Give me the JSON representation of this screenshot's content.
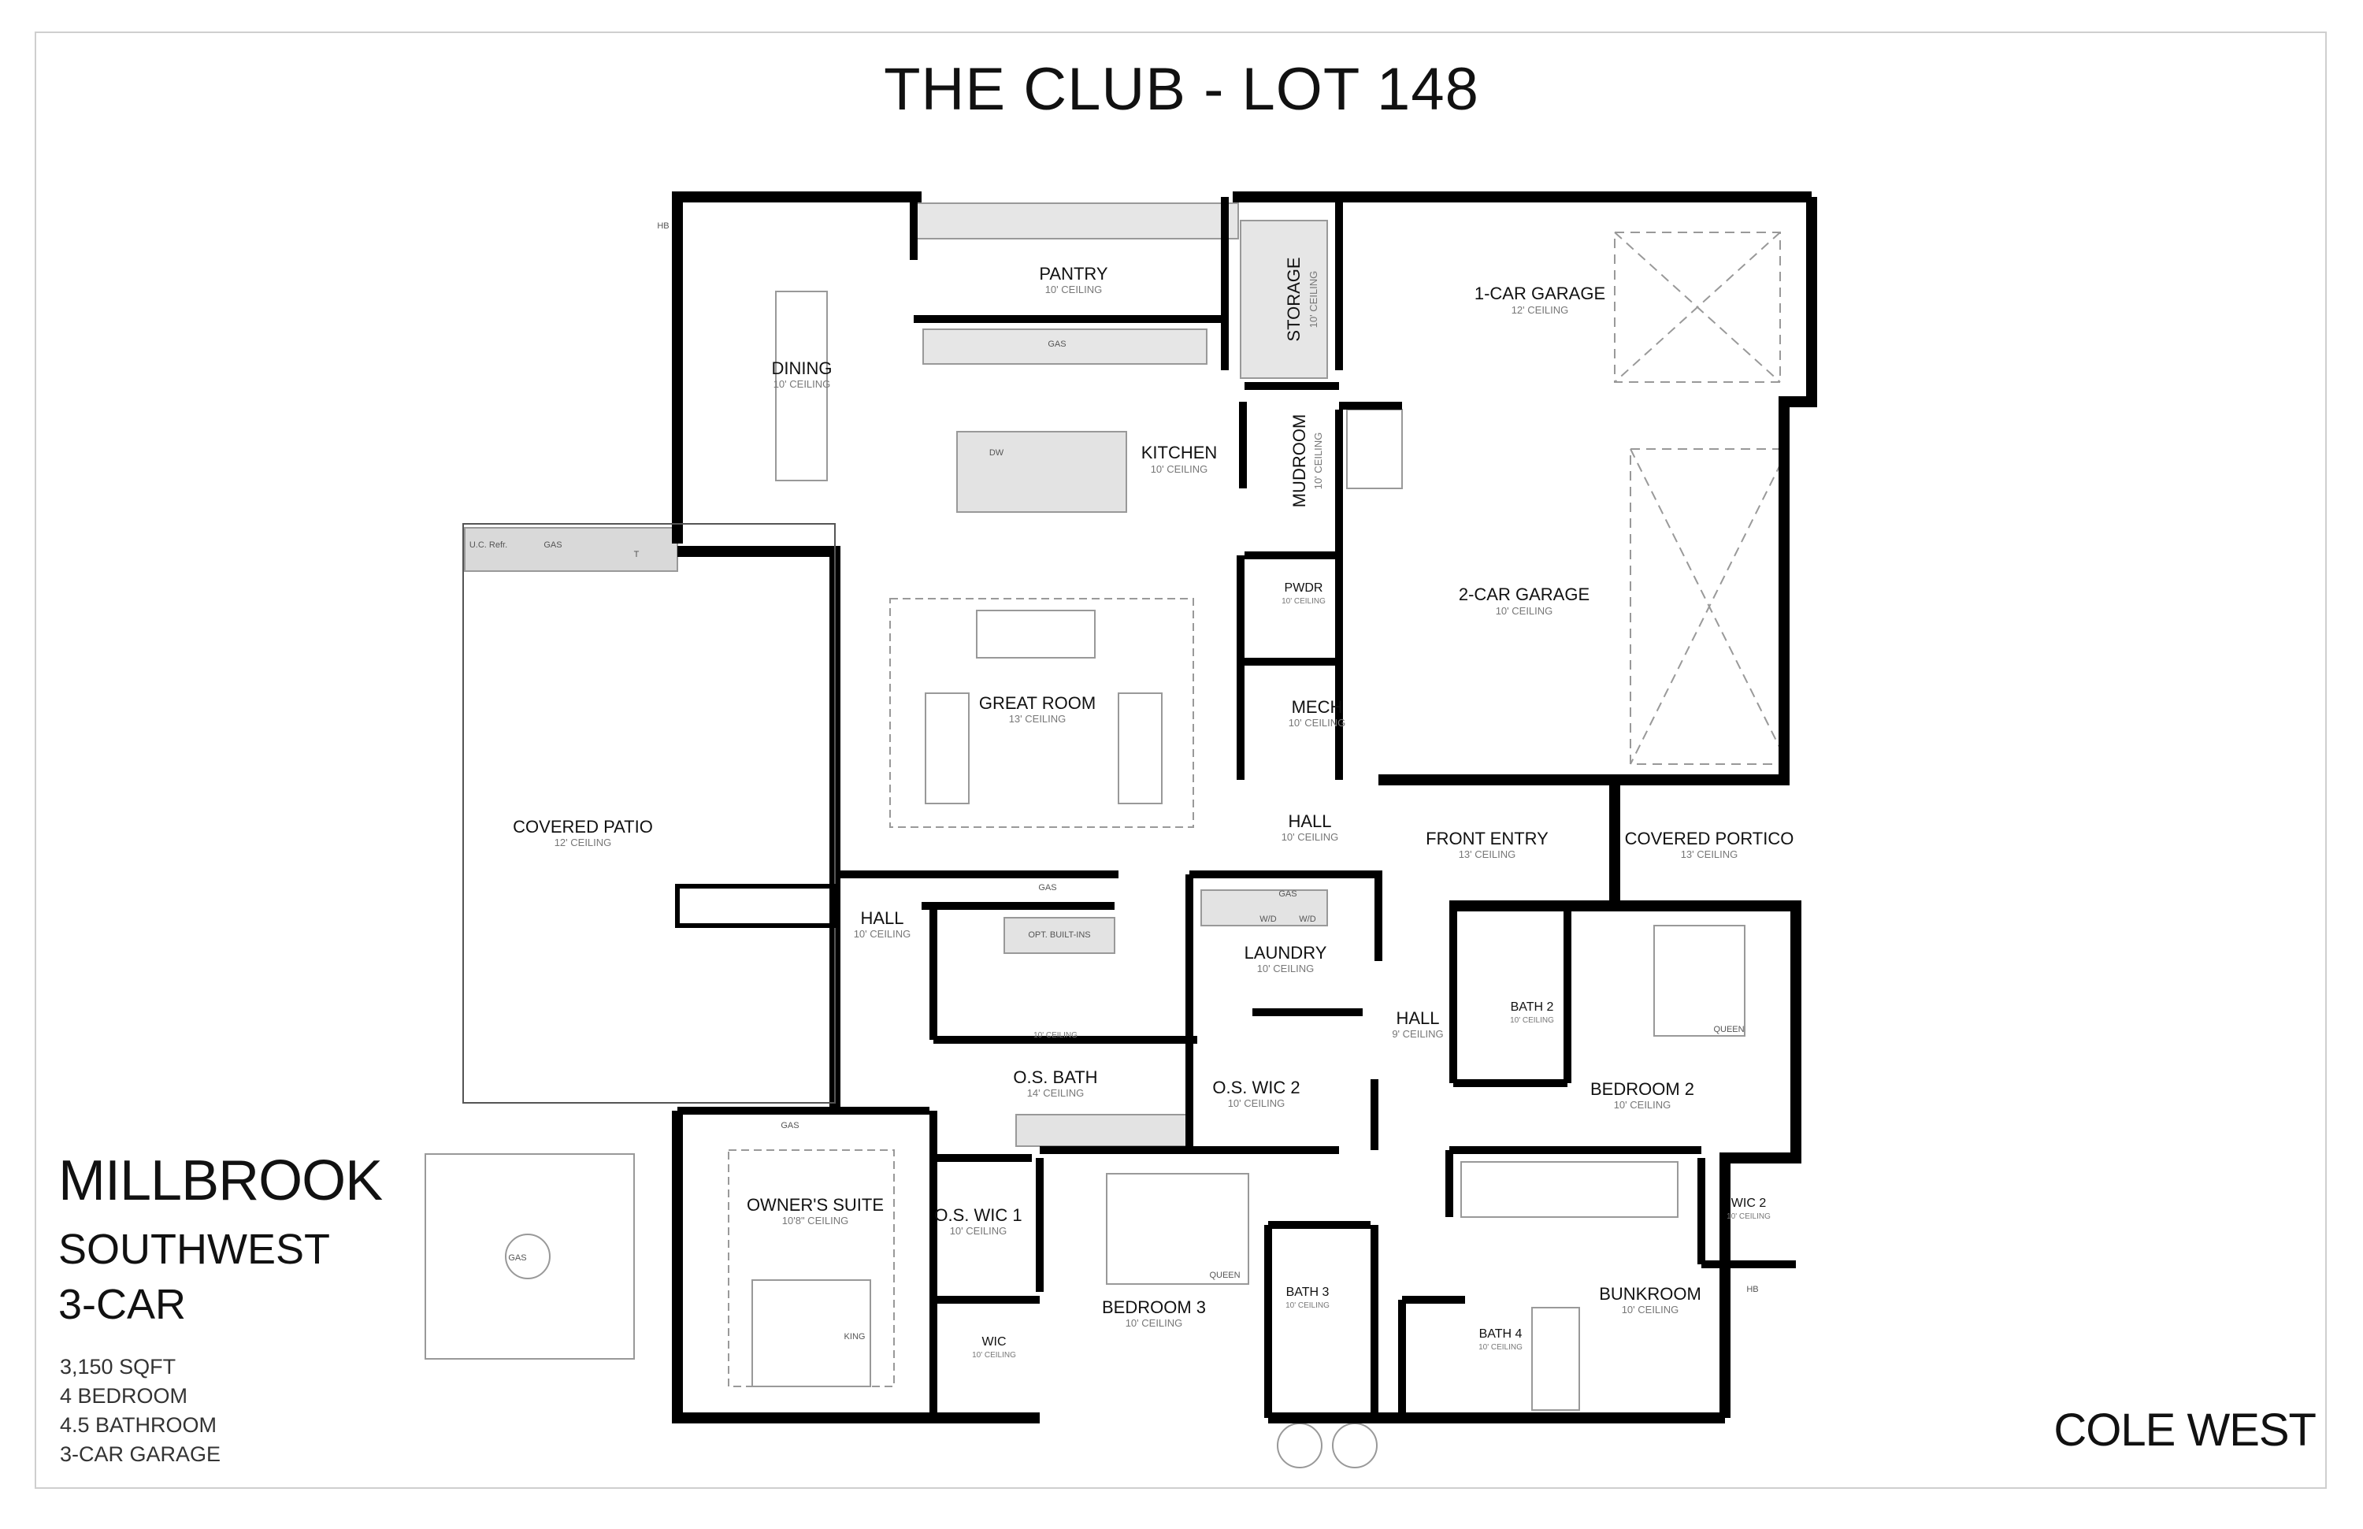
{
  "header": {
    "title": "THE CLUB - LOT 148"
  },
  "plan": {
    "name": "MILLBROOK",
    "orientation": "SOUTHWEST",
    "garage_type": "3-CAR",
    "specs": [
      "3,150 SQFT",
      "4 BEDROOM",
      "4.5 BATHROOM",
      "3-CAR GARAGE"
    ]
  },
  "brand": "COLE WEST",
  "rooms": {
    "pantry": {
      "name": "PANTRY",
      "ceiling": "10' CEILING"
    },
    "storage": {
      "name": "STORAGE",
      "ceiling": "10' CEILING"
    },
    "garage1": {
      "name": "1-CAR GARAGE",
      "ceiling": "12' CEILING"
    },
    "dining": {
      "name": "DINING",
      "ceiling": "10' CEILING"
    },
    "kitchen": {
      "name": "KITCHEN",
      "ceiling": "10' CEILING"
    },
    "mudroom": {
      "name": "MUDROOM",
      "ceiling": "10' CEILING"
    },
    "garage2": {
      "name": "2-CAR GARAGE",
      "ceiling": "10' CEILING"
    },
    "pwdr": {
      "name": "PWDR",
      "ceiling": "10' CEILING"
    },
    "great_room": {
      "name": "GREAT ROOM",
      "ceiling": "13' CEILING"
    },
    "mech": {
      "name": "MECH",
      "ceiling": "10' CEILING"
    },
    "covered_patio": {
      "name": "COVERED PATIO",
      "ceiling": "12' CEILING"
    },
    "hall_center": {
      "name": "HALL",
      "ceiling": "10' CEILING"
    },
    "front_entry": {
      "name": "FRONT ENTRY",
      "ceiling": "13' CEILING"
    },
    "covered_portico": {
      "name": "COVERED PORTICO",
      "ceiling": "13' CEILING"
    },
    "hall_west": {
      "name": "HALL",
      "ceiling": "10' CEILING"
    },
    "laundry": {
      "name": "LAUNDRY",
      "ceiling": "10' CEILING"
    },
    "hall_east": {
      "name": "HALL",
      "ceiling": "9' CEILING"
    },
    "bath2": {
      "name": "BATH 2",
      "ceiling": "10' CEILING"
    },
    "bedroom2": {
      "name": "BEDROOM 2",
      "ceiling": "10' CEILING"
    },
    "os_bath": {
      "name": "O.S. BATH",
      "ceiling": "14' CEILING"
    },
    "os_wic2": {
      "name": "O.S. WIC 2",
      "ceiling": "10' CEILING"
    },
    "owners_suite": {
      "name": "OWNER'S SUITE",
      "ceiling": "10'8\" CEILING"
    },
    "os_wic1": {
      "name": "O.S. WIC 1",
      "ceiling": "10' CEILING"
    },
    "wic2": {
      "name": "WIC 2",
      "ceiling": "10' CEILING"
    },
    "bunkroom": {
      "name": "BUNKROOM",
      "ceiling": "10' CEILING"
    },
    "bedroom3": {
      "name": "BEDROOM 3",
      "ceiling": "10' CEILING"
    },
    "bath3": {
      "name": "BATH 3",
      "ceiling": "10' CEILING"
    },
    "bath4": {
      "name": "BATH 4",
      "ceiling": "10' CEILING"
    },
    "wic": {
      "name": "WIC",
      "ceiling": "10' CEILING"
    },
    "os_bath_shower": {
      "name": "",
      "ceiling": "10' CEILING"
    }
  },
  "fixtures": {
    "gas": "GAS",
    "dw": "DW",
    "uc_refr": "U.C. Refr.",
    "t": "T",
    "hb": "HB",
    "queen": "QUEEN",
    "king": "KING",
    "opt_builtins": "OPT. BUILT-INS",
    "wd": "W/D"
  }
}
